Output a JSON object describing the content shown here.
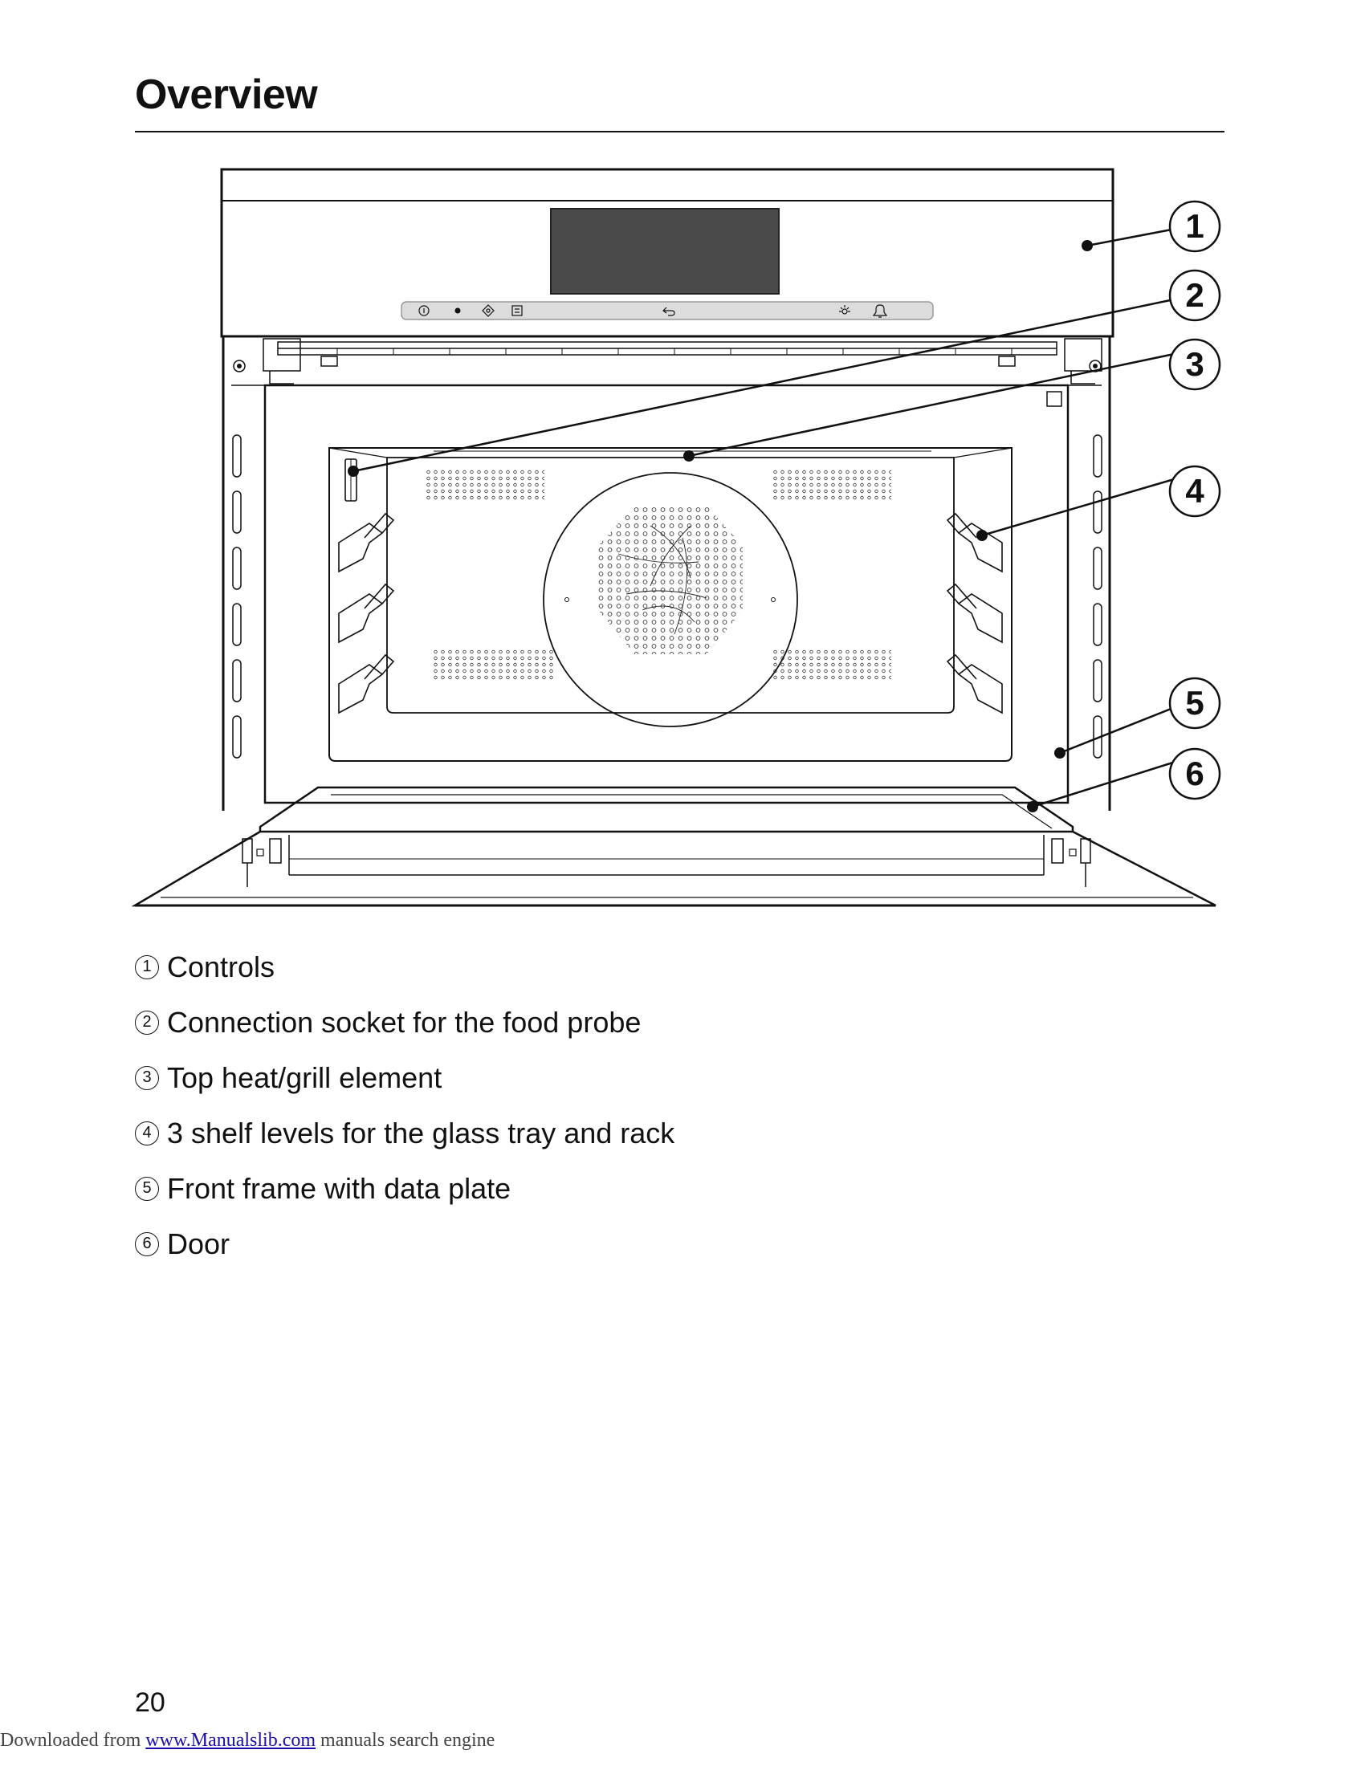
{
  "page": {
    "title": "Overview",
    "page_number": "20"
  },
  "callouts": [
    {
      "number": "1",
      "label": "Controls"
    },
    {
      "number": "2",
      "label": "Connection socket for the food probe"
    },
    {
      "number": "3",
      "label": "Top heat/grill element"
    },
    {
      "number": "4",
      "label": "3 shelf levels for the glass tray and rack"
    },
    {
      "number": "5",
      "label": "Front frame with data plate"
    },
    {
      "number": "6",
      "label": "Door"
    }
  ],
  "footer": {
    "prefix": "Downloaded from ",
    "link_text": "www.Manualslib.com",
    "suffix": " manuals search engine"
  },
  "icons": [
    "power-icon",
    "dot-icon",
    "star-diamond-icon",
    "menu-icon",
    "back-icon",
    "light-icon",
    "bell-icon"
  ]
}
